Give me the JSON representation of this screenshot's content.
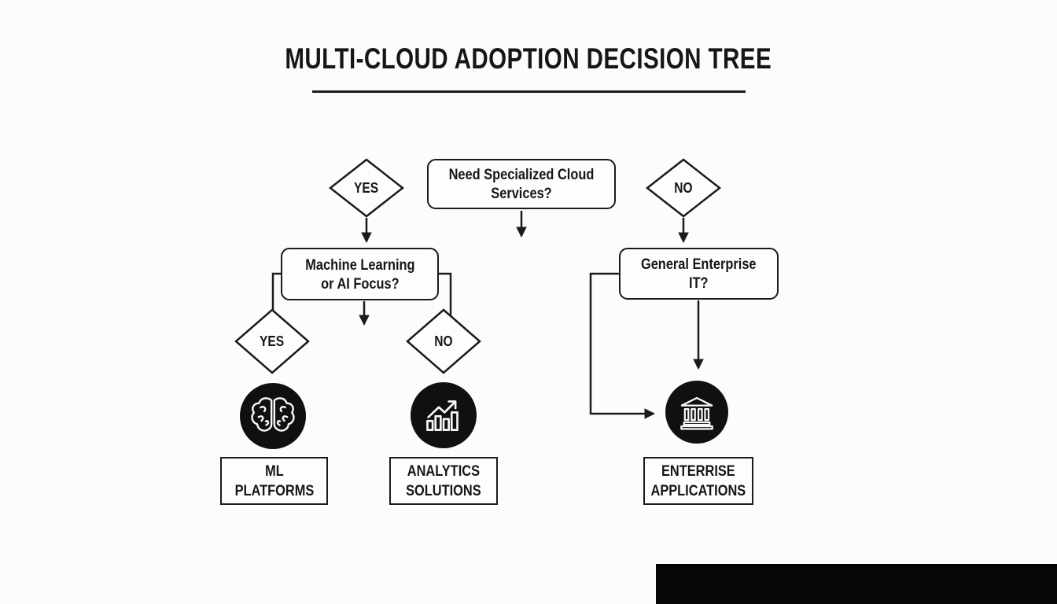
{
  "title": "MULTI-CLOUD ADOPTION DECISION TREE",
  "colors": {
    "ink": "#1b1b1b",
    "background": "#fcfcfd",
    "node_fill": "#fdfdfd",
    "icon_circle_fill": "#101010",
    "icon_glyph": "#f8f8f8",
    "corner_block": "#060606"
  },
  "diagram": {
    "root_question": "Need Specialized Cloud\nServices?",
    "root_yes_label": "YES",
    "root_no_label": "NO",
    "ml_question": "Machine Learning\nor AI Focus?",
    "ml_yes_label": "YES",
    "ml_no_label": "NO",
    "enterprise_question": "General Enterprise\nIT?",
    "outcomes": {
      "ml_platforms": {
        "label": "ML\nPLATFORMS",
        "icon": "brain-icon"
      },
      "analytics_solutions": {
        "label": "ANALYTICS\nSOLUTIONS",
        "icon": "bar-chart-trend-icon"
      },
      "enterprise_applications": {
        "label": "ENTERRISE\nAPPLICATIONS",
        "icon": "bank-building-icon"
      }
    }
  }
}
